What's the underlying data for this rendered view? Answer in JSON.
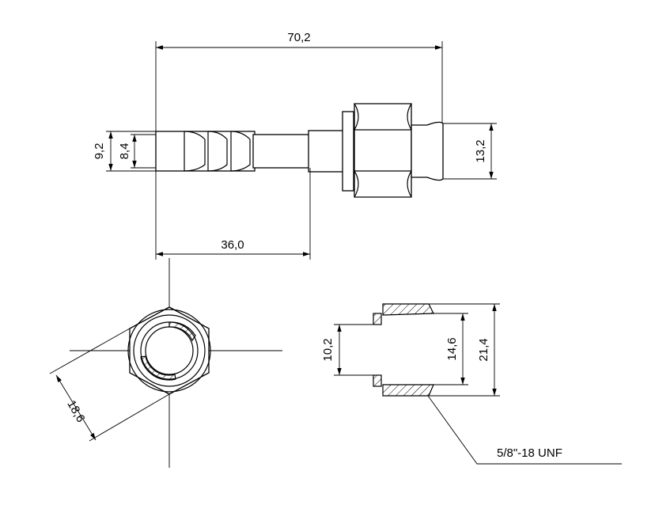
{
  "dimensions": {
    "overall_length": "70,2",
    "barb_length": "36,0",
    "barb_outer_diameter": "9,2",
    "barb_inner_diameter": "8,4",
    "nut_seat_diameter": "13,2",
    "hex_across_flats": "18,6",
    "nut_bore_diameter": "10,2",
    "nut_thread_inner_diameter": "14,6",
    "nut_outer_diameter": "21,4"
  },
  "thread_callout": "5/8\"-18 UNF"
}
